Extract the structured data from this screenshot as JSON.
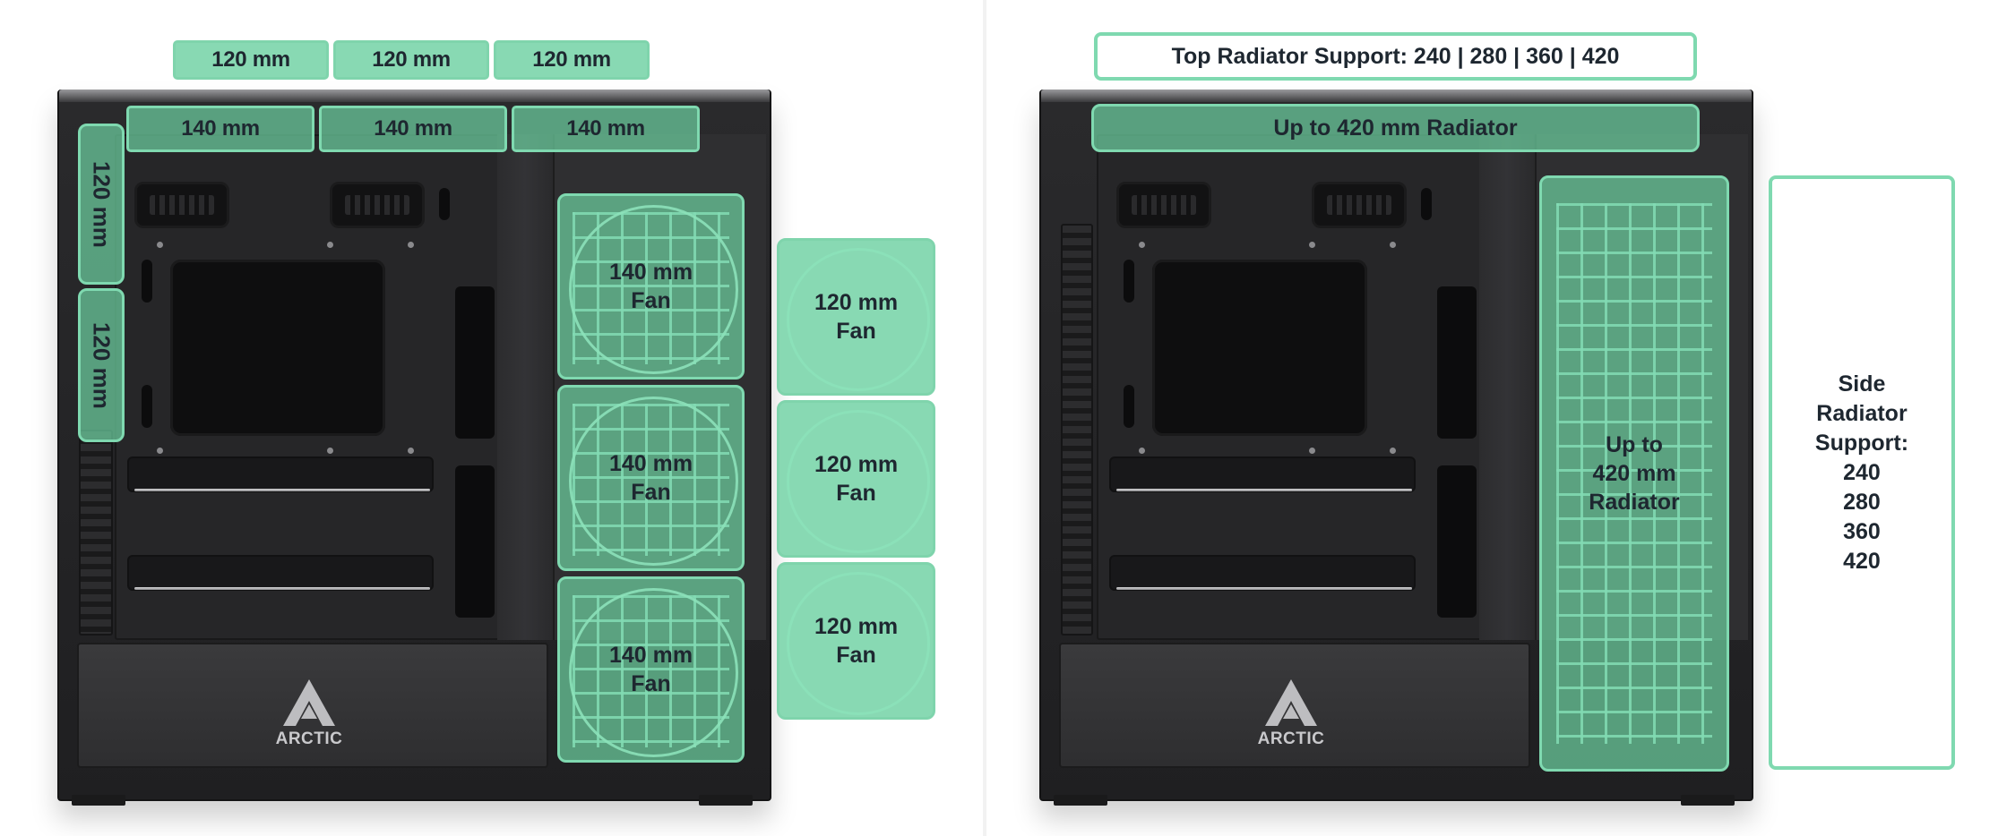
{
  "left_panel": {
    "top_120_labels": [
      "120 mm",
      "120 mm",
      "120 mm"
    ],
    "top_140_labels": [
      "140 mm",
      "140 mm",
      "140 mm"
    ],
    "front_labels": [
      "120 mm",
      "120 mm"
    ],
    "side_140_fans": [
      "140 mm\nFan",
      "140 mm\nFan",
      "140 mm\nFan"
    ],
    "side_120_fans": [
      "120 mm\nFan",
      "120 mm\nFan",
      "120 mm\nFan"
    ],
    "logo_text": "ARCTIC"
  },
  "right_panel": {
    "top_radiator_support": "Top Radiator Support: 240 | 280 | 360 | 420",
    "top_radiator": "Up to 420 mm Radiator",
    "side_radiator": "Up to\n420 mm\nRadiator",
    "side_radiator_support_lines": [
      "Side",
      "Radiator",
      "Support:",
      "240",
      "280",
      "360",
      "420"
    ],
    "logo_text": "ARCTIC"
  },
  "colors": {
    "overlay_green": "#6ccfa0",
    "overlay_border": "#7fd9b0",
    "label_text": "#1e2730",
    "case_black": "#222224"
  }
}
